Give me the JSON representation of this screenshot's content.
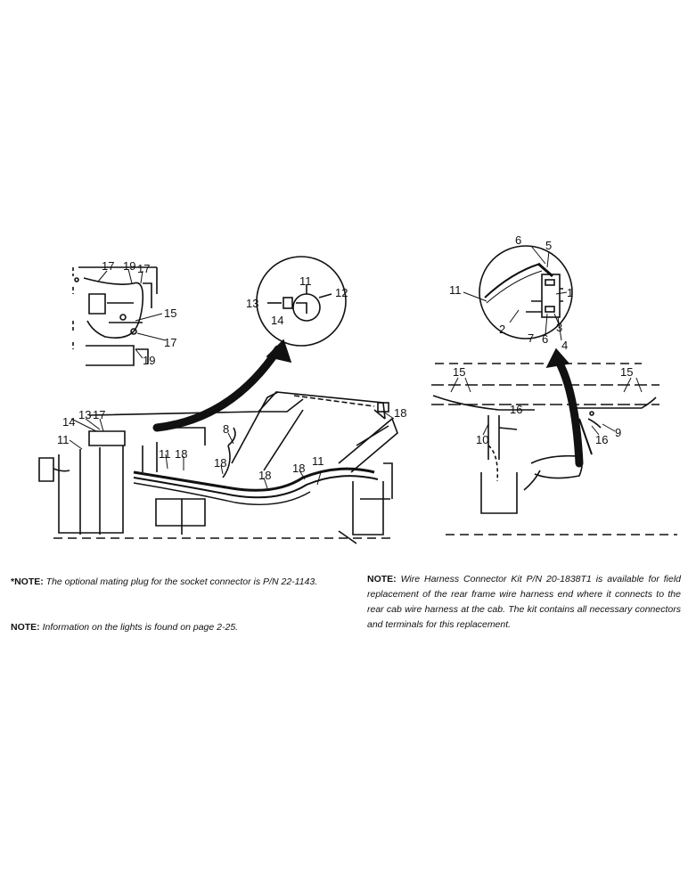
{
  "labels": {
    "inset_topleft": [
      "17",
      "19",
      "17",
      "15",
      "17",
      "19"
    ],
    "circle_left": [
      "11",
      "12",
      "13",
      "14"
    ],
    "main_left": [
      "14",
      "13",
      "17",
      "11",
      "11",
      "18",
      "8",
      "18",
      "18",
      "18",
      "11",
      "18"
    ],
    "circle_right": [
      "6",
      "5",
      "11",
      "1",
      "2",
      "3",
      "7",
      "6",
      "4"
    ],
    "frame_right": [
      "15",
      "15",
      "16",
      "10",
      "16",
      "9"
    ]
  },
  "notes": {
    "socket_prefix": "*NOTE:",
    "socket_text": "The optional mating plug for the socket connector is P/N 22-1143.",
    "lights_prefix": "NOTE:",
    "lights_text": "Information on the lights is found on page 2-25.",
    "kit_prefix": "NOTE:",
    "kit_text": "Wire Harness Connector Kit P/N 20-1838T1 is available for field replacement of the rear frame wire harness end where it connects to the rear cab wire harness at the cab. The kit contains all necessary connectors and terminals for this replacement."
  }
}
